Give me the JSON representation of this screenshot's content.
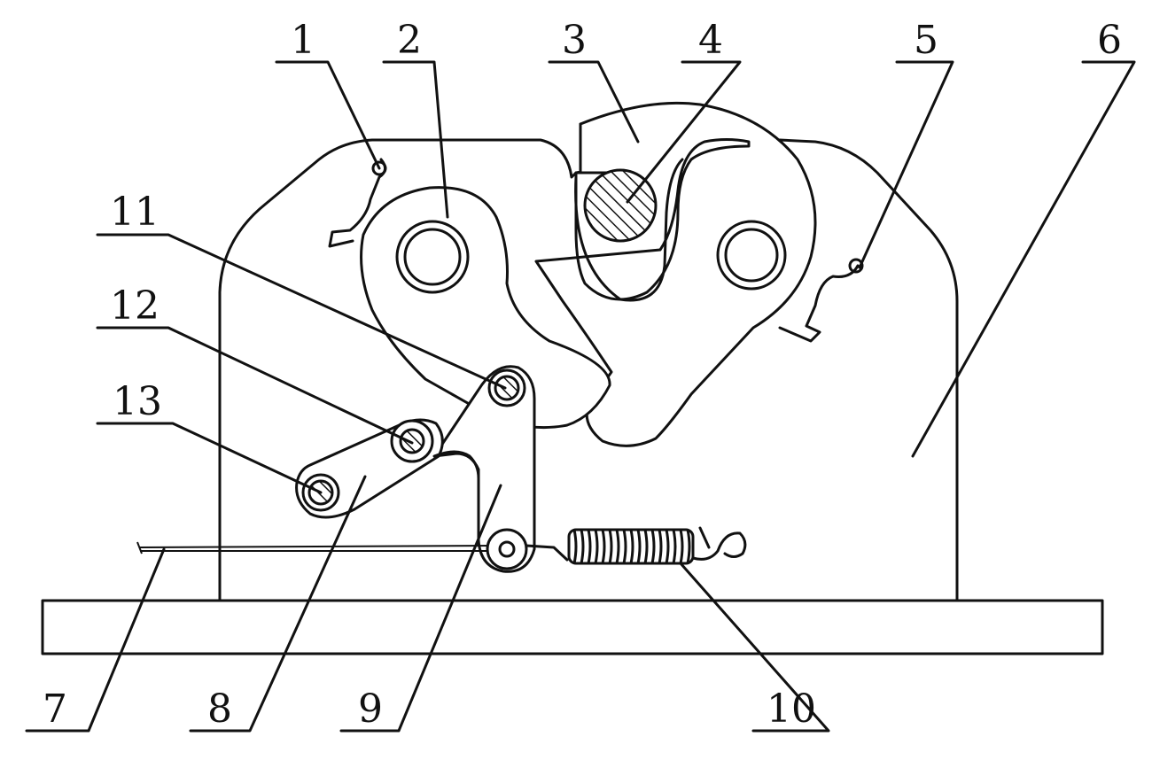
{
  "labels": {
    "l1": "1",
    "l2": "2",
    "l3": "3",
    "l4": "4",
    "l5": "5",
    "l6": "6",
    "l7": "7",
    "l8": "8",
    "l9": "9",
    "l10": "10",
    "l11": "11",
    "l12": "12",
    "l13": "13"
  },
  "colors": {
    "line": "#111111",
    "background": "#ffffff"
  }
}
